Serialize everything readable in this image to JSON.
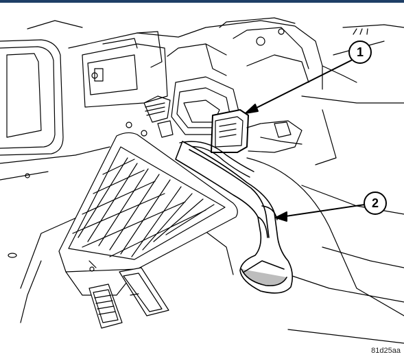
{
  "callouts": [
    {
      "number": "1"
    },
    {
      "number": "2"
    }
  ],
  "figure_id": "81d25aa",
  "colors": {
    "frame_bar": "#1e3f66",
    "line": "#000000",
    "shade": "#bdbdbd",
    "background": "#ffffff"
  }
}
